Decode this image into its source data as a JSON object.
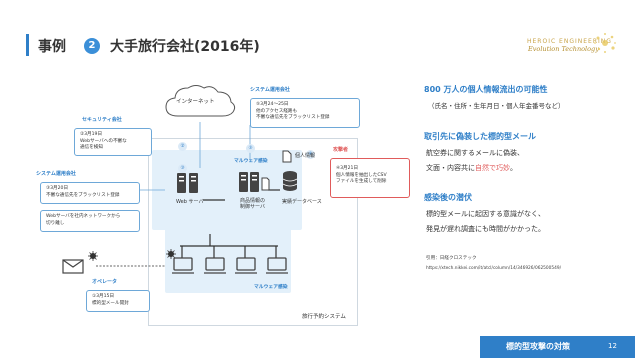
{
  "header": {
    "case_label": "事例",
    "case_number": "2",
    "title": "大手旅行会社(2016年)"
  },
  "logo": {
    "line1": "HEROIC ENGINEERING",
    "line2": "Evolution Technology"
  },
  "diagram": {
    "internet": "インターネット",
    "security_company_label": "セキュリティ会社",
    "security_company_note": [
      "②3月19日",
      "Webサーバへの不審な",
      "通信を検知"
    ],
    "sys_ops_top_label": "システム運用会社",
    "sys_ops_top_note": [
      "⑤3月24〜25日",
      "他のアクセス経路も",
      "不審な通信先をブラックリスト登録"
    ],
    "attacker_label": "攻撃者",
    "attacker_note": [
      "④3月21日",
      "個人情報を抽出したCSV",
      "ファイルを生成して削除"
    ],
    "sys_ops_left_label": "システム運用会社",
    "sys_ops_left_note": [
      "③3月20日",
      "不審な通信先をブラックリスト登録"
    ],
    "isolate_note": [
      "Webサーバを社内ネットワークから",
      "切り離し"
    ],
    "malware_infection_top": "マルウェア感染",
    "malware_infection_bottom": "マルウェア感染",
    "web_server": "Web サーバ",
    "product_server": [
      "商品情報の",
      "制御サーバ"
    ],
    "personal_info": "個人情報",
    "database": "実績データベース",
    "operator_label": "オペレータ",
    "operator_note": [
      "①3月15日",
      "標的型メール開封"
    ],
    "system_name": "旅行予約システム",
    "steps": [
      "②",
      "③",
      "④",
      "⑤"
    ]
  },
  "right": {
    "h1": "800 万人の個人情報流出の可能性",
    "h1_sub": "（氏名・住所・生年月日・個人年金番号など）",
    "h2": "取引先に偽装した標的型メール",
    "h2_line1": "航空券に関するメールに偽装、",
    "h2_line2_pre": "文面・内容共に",
    "h2_line2_red": "自然で巧妙",
    "h2_line2_post": "。",
    "h3": "感染後の潜伏",
    "h3_line1": "標的型メールに起因する意識がなく、",
    "h3_line2": "発見が遅れ調査にも時間がかかった。",
    "source_label": "引用：日経クロステック",
    "source_url": "https://xtech.nikkei.com/it/atcl/column/14/346926/062500549/"
  },
  "footer": {
    "label": "標的型攻撃の対策",
    "page": "12"
  },
  "colors": {
    "accent": "#2f7fc8",
    "alert": "#e05b5b",
    "panel": "#e3f0fa"
  }
}
